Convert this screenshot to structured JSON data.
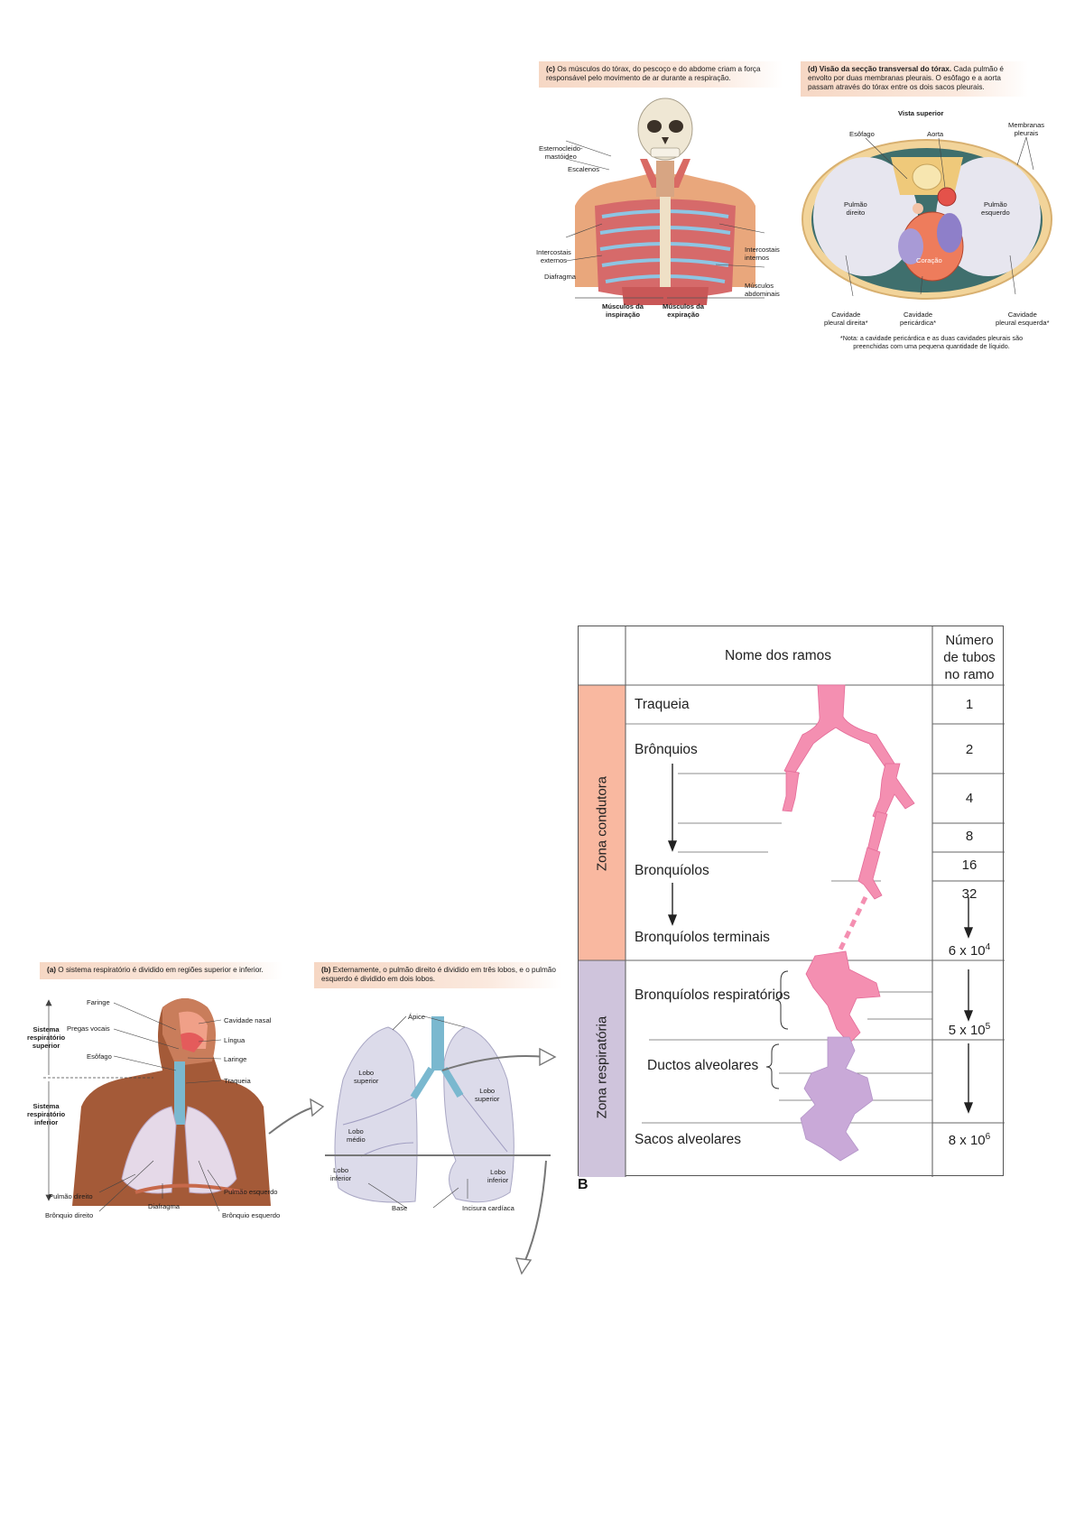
{
  "panel_c": {
    "caption_letter": "(c)",
    "caption_text": "Os músculos do tórax, do pescoço e do abdome criam a força responsável pelo movimento de ar durante a respiração.",
    "labels": {
      "esternocleido": "Esternocleido-\nmastóideo",
      "escalenos": "Escalenos",
      "intercostais_externos": "Intercostais\nexternos",
      "diafragma": "Diafragma",
      "intercostais_internos": "Intercostais\ninternos",
      "musculos_abdominais": "Músculos\nabdominais",
      "musculos_inspiracao": "Músculos da\ninspiração",
      "musculos_expiracao": "Músculos da\nexpiração"
    }
  },
  "panel_d": {
    "caption_letter": "(d)",
    "caption_bold": "Visão da secção transversal do tórax.",
    "caption_text": "Cada pulmão é envolto por duas membranas pleurais. O esôfago e a aorta passam através do tórax entre os dois sacos pleurais.",
    "labels": {
      "vista_superior": "Vista superior",
      "esofago": "Esôfago",
      "aorta": "Aorta",
      "membranas_pleurais": "Membranas\npleurais",
      "pulmao_direito": "Pulmão\ndireito",
      "pulmao_esquerdo": "Pulmão\nesquerdo",
      "coracao": "Coração",
      "cavidade_pleural_direita": "Cavidade\npleural direita*",
      "cavidade_pericardica": "Cavidade\npericárdica*",
      "cavidade_pleural_esquerda": "Cavidade\npleural esquerda*"
    },
    "note": "*Nota: a cavidade pericárdica e as duas cavidades pleurais são preenchidas com uma pequena quantidade de líquido."
  },
  "panel_a": {
    "caption_letter": "(a)",
    "caption_text": "O sistema respiratório é dividido em regiões superior e inferior.",
    "labels": {
      "faringe": "Faringe",
      "pregas_vocais": "Pregas vocais",
      "esofago": "Esôfago",
      "cavidade_nasal": "Cavidade nasal",
      "lingua": "Língua",
      "laringe": "Laringe",
      "traqueia": "Traqueia",
      "sistema_superior": "Sistema\nrespiratório\nsuperior",
      "sistema_inferior": "Sistema\nrespiratório\ninferior",
      "pulmao_direito": "Pulmão direito",
      "bronquio_direito": "Brônquio direito",
      "diafragma": "Diafragma",
      "pulmao_esquerdo": "Pulmão esquerdo",
      "bronquio_esquerdo": "Brônquio esquerdo"
    }
  },
  "panel_b_lungs": {
    "caption_letter": "(b)",
    "caption_text": "Externamente, o pulmão direito é dividido em três lobos, e o pulmão esquerdo é dividido em dois lobos.",
    "labels": {
      "apice": "Ápice",
      "lobo_superior_d": "Lobo\nsuperior",
      "lobo_medio": "Lobo\nmédio",
      "lobo_inferior_d": "Lobo\ninferior",
      "lobo_superior_e": "Lobo\nsuperior",
      "lobo_inferior_e": "Lobo\ninferior",
      "base": "Base",
      "incisura": "Incisura cardíaca"
    }
  },
  "table_b": {
    "figure_letter": "B",
    "header_name": "Nome dos ramos",
    "header_count": "Número\nde tubos\nno ramo",
    "zone_conducting": "Zona condutora",
    "zone_respiratory": "Zona respiratória",
    "colors": {
      "conducting": "#f9b8a0",
      "respiratory": "#cfc4dc",
      "airway": "#f48fb1",
      "alveolar": "#c9a9d8"
    },
    "rows": [
      {
        "name": "Traqueia",
        "count": "1"
      },
      {
        "name": "Brônquios",
        "count": "2"
      },
      {
        "name": "",
        "count": "4"
      },
      {
        "name": "",
        "count": "8"
      },
      {
        "name": "Bronquíolos",
        "count": "16"
      },
      {
        "name": "",
        "count": "32"
      },
      {
        "name": "Bronquíolos terminais",
        "count": "6 x 10",
        "exp": "4"
      },
      {
        "name": "Bronquíolos respiratórios",
        "count": "5 x 10",
        "exp": "5"
      },
      {
        "name": "Ductos alveolares",
        "count": ""
      },
      {
        "name": "Sacos alveolares",
        "count": "8 x 10",
        "exp": "6"
      }
    ]
  }
}
